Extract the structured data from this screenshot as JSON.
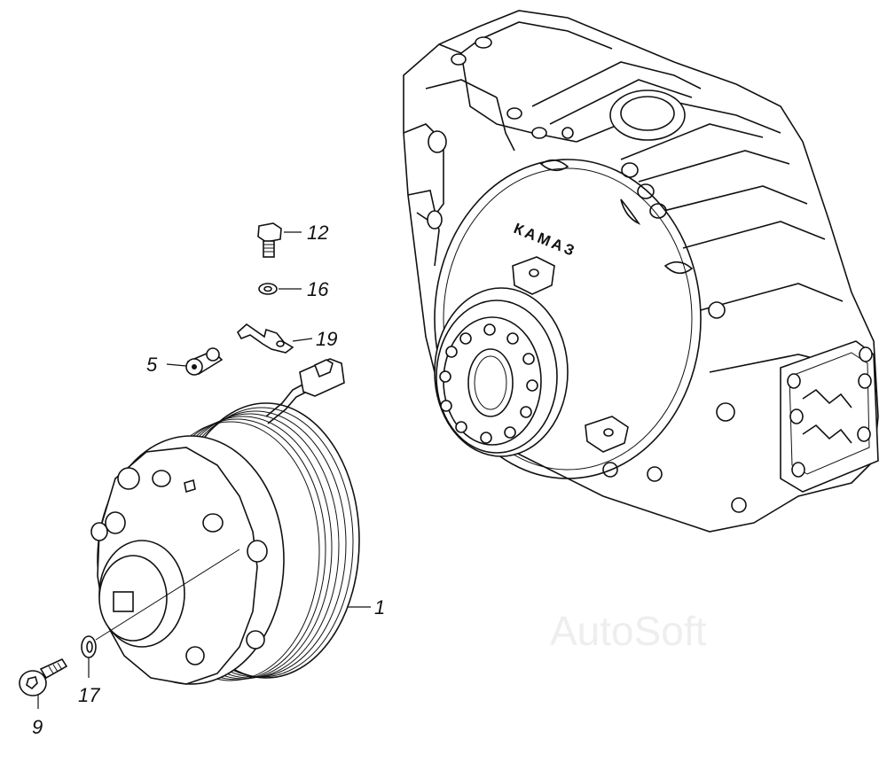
{
  "watermark": "AutoSoft",
  "housing_brand": "КАМАЗ",
  "callouts": [
    {
      "id": "c12",
      "text": "12"
    },
    {
      "id": "c16",
      "text": "16"
    },
    {
      "id": "c19",
      "text": "19"
    },
    {
      "id": "c5",
      "text": "5"
    },
    {
      "id": "c1",
      "text": "1"
    },
    {
      "id": "c17",
      "text": "17"
    },
    {
      "id": "c9",
      "text": "9"
    }
  ],
  "colors": {
    "line": "#111111",
    "background": "#ffffff",
    "watermark": "#eeeeee"
  }
}
